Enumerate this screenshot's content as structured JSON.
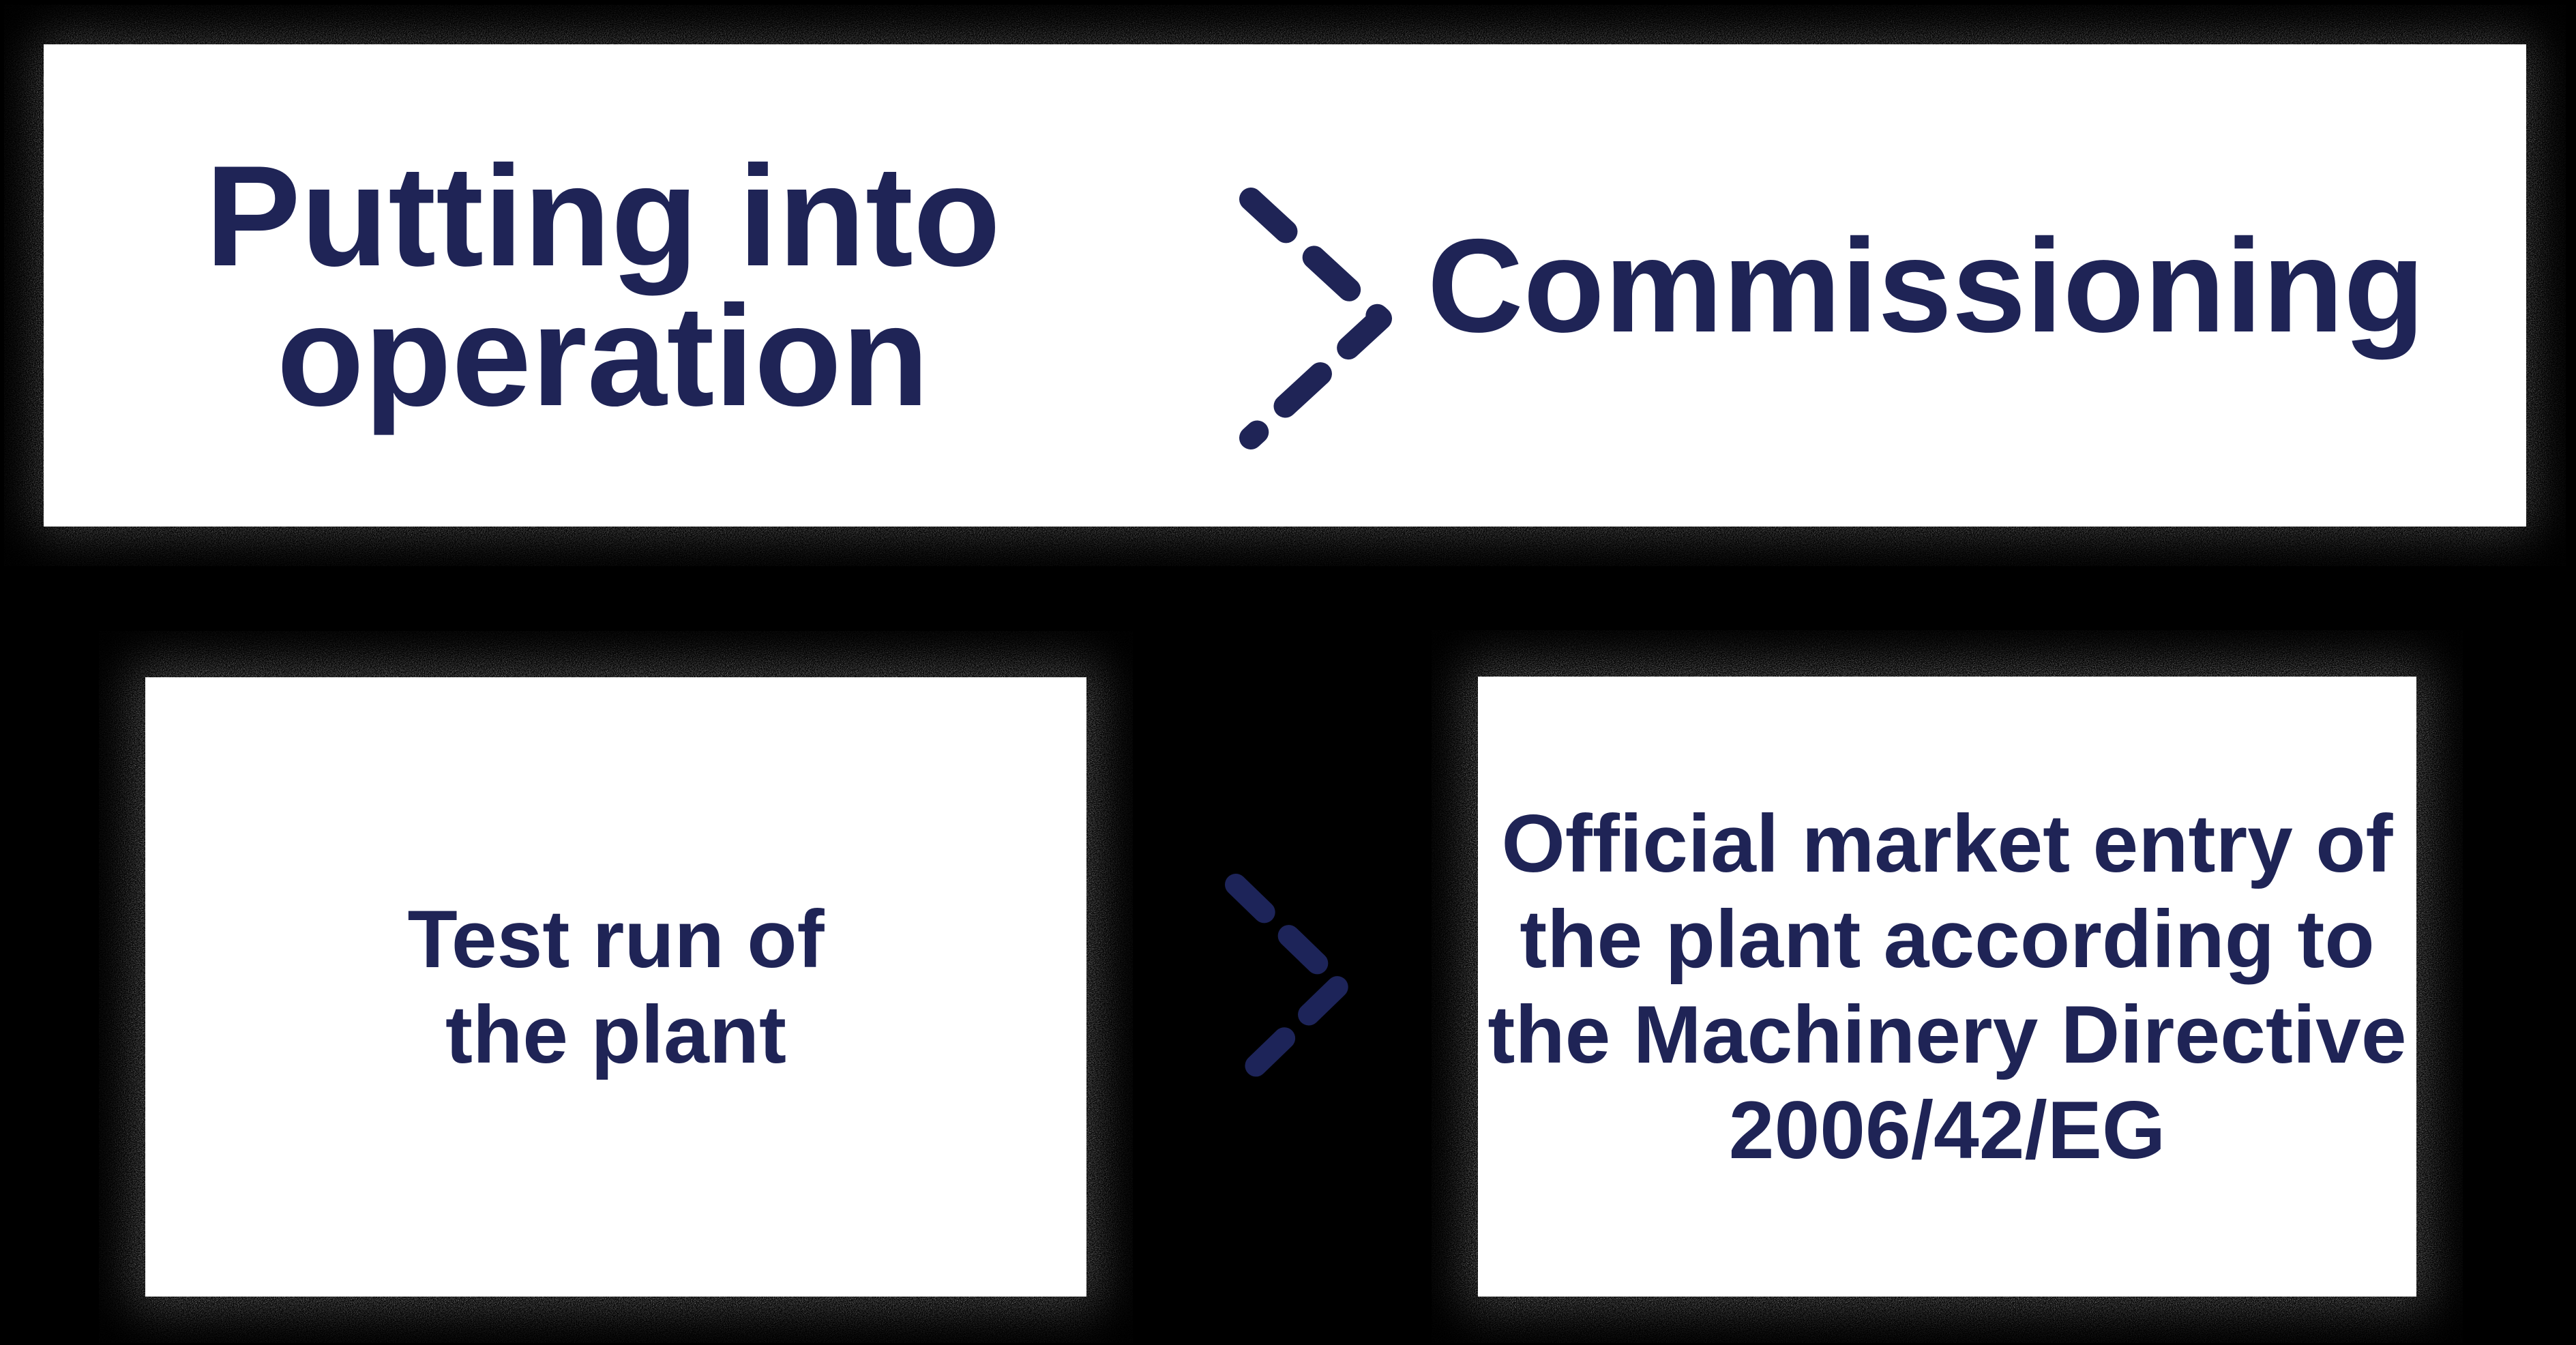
{
  "colors": {
    "background": "#000000",
    "panel": "#ffffff",
    "ink": "#1f2456",
    "ink-dim": "#1d2459"
  },
  "banner": {
    "stage_from": "Putting into\noperation",
    "stage_to": "Commissioning"
  },
  "flow": {
    "test_run": "Test run of\nthe plant",
    "market_entry": "Official market entry of\nthe plant according to\nthe Machinery Directive\n2006/42/EG"
  },
  "icons": {
    "step_arrow": "dashed-chevron-right-icon",
    "step_arrow_small": "dashed-chevron-right-icon"
  }
}
